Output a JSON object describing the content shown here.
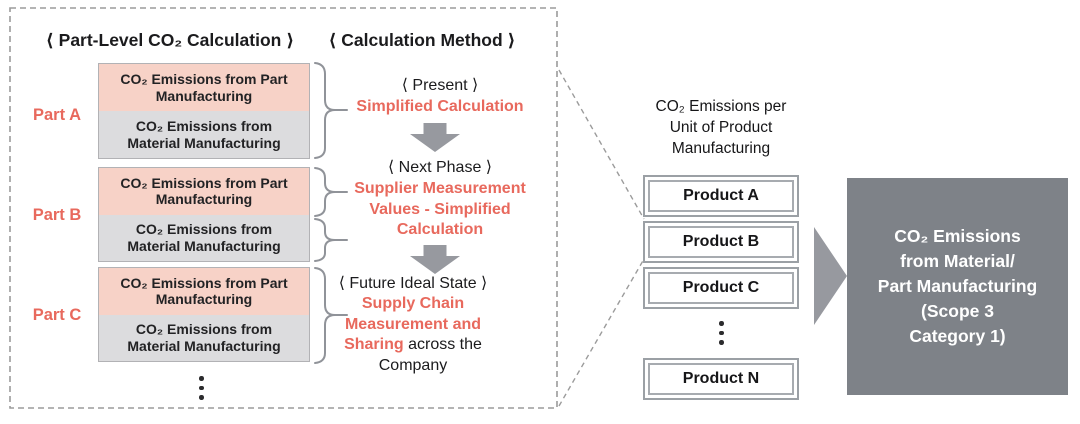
{
  "colors": {
    "accent_red": "#e8695d",
    "pink_fill": "#f7d2c7",
    "gray_fill": "#dcdcde",
    "connector_gray": "#97999f",
    "dashed_border": "#9b9b9b",
    "dark_panel": "#7e8288",
    "panel_text": "#ffffff"
  },
  "left_panel": {
    "header_calculation": "⟨ Part-Level CO₂ Calculation ⟩",
    "header_method": "⟨ Calculation Method ⟩",
    "parts": [
      {
        "label": "Part A",
        "part_box": "CO₂ Emissions from Part Manufacturing",
        "material_box": "CO₂ Emissions from Material Manufacturing"
      },
      {
        "label": "Part B",
        "part_box": "CO₂ Emissions from Part Manufacturing",
        "material_box": "CO₂ Emissions from Material Manufacturing"
      },
      {
        "label": "Part C",
        "part_box": "CO₂ Emissions from Part Manufacturing",
        "material_box": "CO₂ Emissions from Material Manufacturing"
      }
    ],
    "methods": [
      {
        "phase": "⟨ Present ⟩",
        "highlight": "Simplified Calculation",
        "rest": ""
      },
      {
        "phase": "⟨ Next Phase ⟩",
        "highlight": "Supplier Measurement Values - Simplified Calculation",
        "rest": ""
      },
      {
        "phase": "⟨ Future Ideal State ⟩",
        "highlight": "Supply Chain Measurement and Sharing",
        "rest": "across the Company"
      }
    ]
  },
  "middle": {
    "header": "CO₂ Emissions per Unit of Product Manufacturing",
    "products": [
      "Product A",
      "Product B",
      "Product C",
      "Product N"
    ]
  },
  "right_panel": {
    "lines": [
      "CO₂ Emissions",
      "from Material/",
      "Part Manufacturing",
      "(Scope 3",
      "Category 1)"
    ]
  }
}
